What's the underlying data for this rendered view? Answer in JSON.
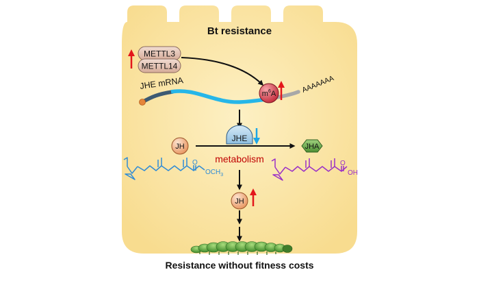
{
  "title": "Bt resistance",
  "caption": "Resistance without fitness costs",
  "enzymes": {
    "writer_top": "METTL3",
    "writer_bottom": "METTL14"
  },
  "mrna": {
    "label": "JHE mRNA",
    "modification_base": "m",
    "modification_superscript": "6",
    "modification_suffix": "A",
    "poly_a_tail": "AAAAAAA"
  },
  "pathway": {
    "substrate": "JH",
    "enzyme": "JHE",
    "product": "JHA",
    "process": "metabolism",
    "accumulated": "JH"
  },
  "structures": {
    "jh_group": "OCH",
    "jh_group_subscript": "3",
    "jha_group": "OH",
    "carbonyl_o": "O"
  },
  "colors": {
    "cell_fill": "#fbe6a6",
    "up_arrow": "#e3161b",
    "down_arrow": "#1ea6e6",
    "mrna_body": "#26b6e8",
    "mrna_5prime": "#3d5a73",
    "mrna_tail": "#a8a8a8",
    "methyl_sphere": "#d6394a",
    "enzyme_box": "#e3c3b5",
    "jh_fill": "#f0b08a",
    "jhe_fill": "#a9d0ea",
    "jha_fill": "#6da84d",
    "metabolism_text": "#c00000",
    "jh_structure": "#2e8bd6",
    "jha_structure": "#9a2fc7",
    "larva": "#5aaa3a"
  },
  "icons": [
    "up-arrow-icon",
    "down-arrow-icon",
    "methyl-sphere-icon",
    "caterpillar-icon"
  ]
}
